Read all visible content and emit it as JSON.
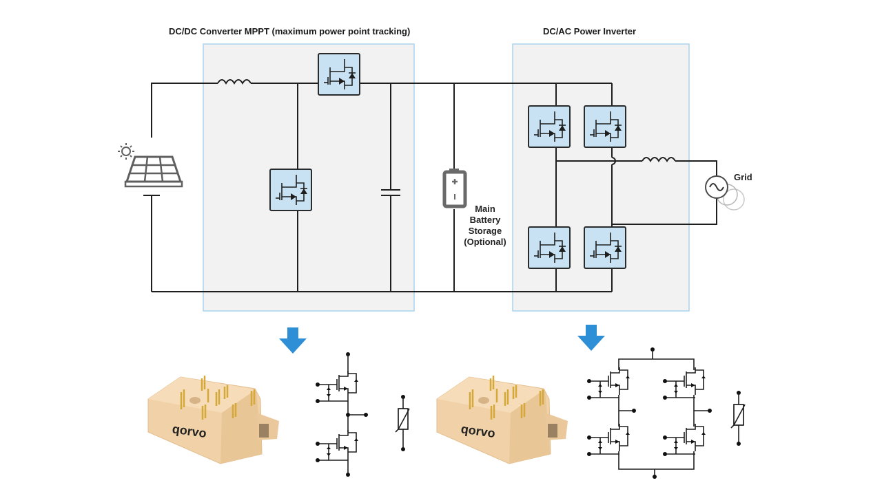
{
  "sections": {
    "dcdc": {
      "title": "DC/DC Converter MPPT (maximum power point tracking)"
    },
    "dcac": {
      "title": "DC/AC Power Inverter"
    }
  },
  "labels": {
    "battery": [
      "Main",
      "Battery",
      "Storage",
      "(Optional)"
    ],
    "grid": "Grid"
  },
  "modules": [
    {
      "brand": "qorvo",
      "topology": "half-bridge"
    },
    {
      "brand": "qorvo",
      "topology": "full-bridge"
    }
  ],
  "colors": {
    "panel_fill": "#f2f2f2",
    "panel_border": "#a9d3ee",
    "switch_fill": "#c9e2f3",
    "arrow": "#2f8fd6",
    "module_body": "#f1d2a8",
    "pins": "#d4a93a"
  }
}
